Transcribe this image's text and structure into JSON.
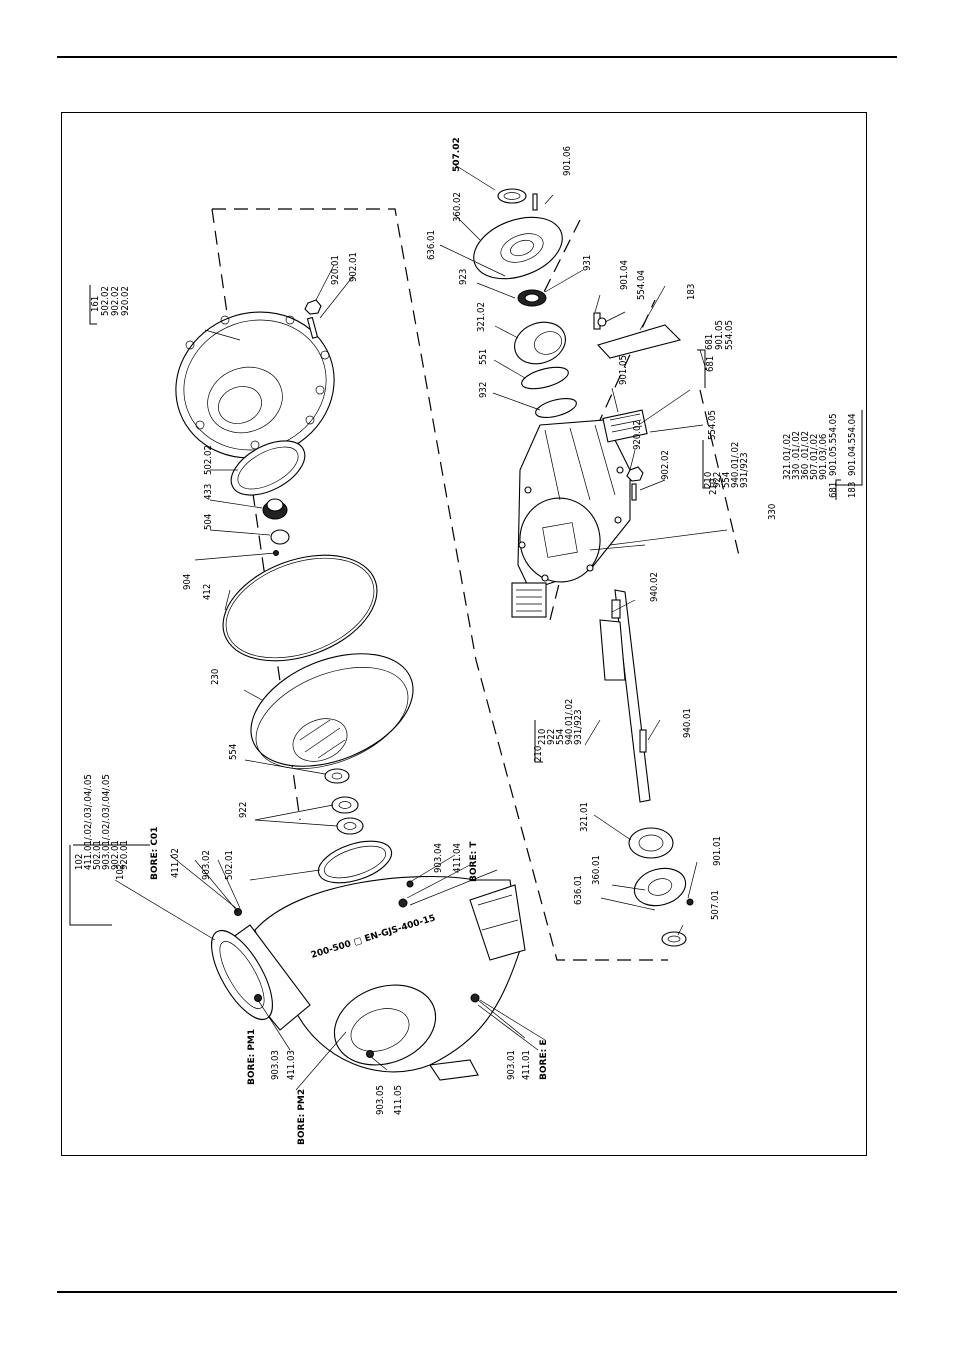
{
  "drawing": {
    "part_labels": [
      {
        "id": "p1",
        "text": "507.02",
        "bold": true
      },
      {
        "id": "p2",
        "text": "901.06"
      },
      {
        "id": "p3",
        "text": "360.02"
      },
      {
        "id": "p4",
        "text": "636.01"
      },
      {
        "id": "p5",
        "text": "923"
      },
      {
        "id": "p6",
        "text": "931"
      },
      {
        "id": "p7",
        "text": "901.04"
      },
      {
        "id": "p8",
        "text": "554.04"
      },
      {
        "id": "p9",
        "text": "183"
      },
      {
        "id": "p10",
        "text": "321.02"
      },
      {
        "id": "p11",
        "text": "551"
      },
      {
        "id": "p12",
        "text": "932"
      },
      {
        "id": "p13",
        "text": "901.05"
      },
      {
        "id": "p14",
        "text": "554.05"
      },
      {
        "id": "p15",
        "text": "920.02"
      },
      {
        "id": "p16",
        "text": "902.02"
      },
      {
        "id": "p17",
        "text": "330"
      },
      {
        "id": "p18",
        "text": "940.02"
      },
      {
        "id": "p19",
        "text": "940.01"
      },
      {
        "id": "p20",
        "text": "321.01"
      },
      {
        "id": "p21",
        "text": "636.01"
      },
      {
        "id": "p22",
        "text": "360.01"
      },
      {
        "id": "p23",
        "text": "901.01"
      },
      {
        "id": "p24",
        "text": "507.01"
      },
      {
        "id": "p25",
        "text": "920.01"
      },
      {
        "id": "p26",
        "text": "902.01"
      },
      {
        "id": "p27",
        "text": "502.02"
      },
      {
        "id": "p28",
        "text": "433"
      },
      {
        "id": "p29",
        "text": "504"
      },
      {
        "id": "p30",
        "text": "904"
      },
      {
        "id": "p31",
        "text": "412"
      },
      {
        "id": "p32",
        "text": "230"
      },
      {
        "id": "p33",
        "text": "554"
      },
      {
        "id": "p34",
        "text": "922"
      },
      {
        "id": "p35",
        "text": "502.01"
      },
      {
        "id": "p36",
        "text": "903.04"
      },
      {
        "id": "p37",
        "text": "411.04"
      },
      {
        "id": "p38",
        "text": "BORE: T",
        "bold": true
      },
      {
        "id": "p39",
        "text": "102"
      },
      {
        "id": "p40",
        "text": "BORE: C01",
        "bold": true
      },
      {
        "id": "p41",
        "text": "411.02"
      },
      {
        "id": "p42",
        "text": "903.02"
      },
      {
        "id": "p43",
        "text": "BORE: PM1",
        "bold": true
      },
      {
        "id": "p44",
        "text": "903.03"
      },
      {
        "id": "p45",
        "text": "411.03"
      },
      {
        "id": "p46",
        "text": "BORE: PM2",
        "bold": true
      },
      {
        "id": "p47",
        "text": "903.05"
      },
      {
        "id": "p48",
        "text": "411.05"
      },
      {
        "id": "p49",
        "text": "903.01"
      },
      {
        "id": "p50",
        "text": "411.01"
      },
      {
        "id": "p51",
        "text": "BORE: E",
        "bold": true
      },
      {
        "id": "p52",
        "text": "681"
      },
      {
        "id": "p53",
        "text": "161"
      }
    ],
    "casting_mark": "200-500  ▢ EN-GJS-400-15",
    "groups": {
      "g161": {
        "head": "161",
        "items": [
          "502.02",
          "902.02",
          "920.02"
        ]
      },
      "g681": {
        "head": "681",
        "items": [
          "901.05",
          "554.05"
        ]
      },
      "g210a": {
        "head": "210",
        "items": [
          "210",
          "922",
          "554",
          "940.01/.02",
          "931/923"
        ]
      },
      "g210b": {
        "head": "210",
        "items": [
          "210",
          "922",
          "554",
          "940.01/.02",
          "931/923"
        ]
      },
      "g330": {
        "head": "330",
        "items": [
          "321.01/.02",
          "330 .01/.02",
          "360 .01/.02",
          "507.01/.02",
          "901.03/.06"
        ]
      },
      "g330_681": {
        "head": "681",
        "items": [
          "901.05.554.05"
        ]
      },
      "g330_183": {
        "head": "183",
        "items": [
          "901.04.554.04"
        ]
      },
      "g102": {
        "items": [
          "102",
          "411.01/.02/.03/.04/.05",
          "502.01",
          "903.01/.02/.03/.04/.05",
          "902.01",
          "920.01"
        ]
      }
    }
  }
}
